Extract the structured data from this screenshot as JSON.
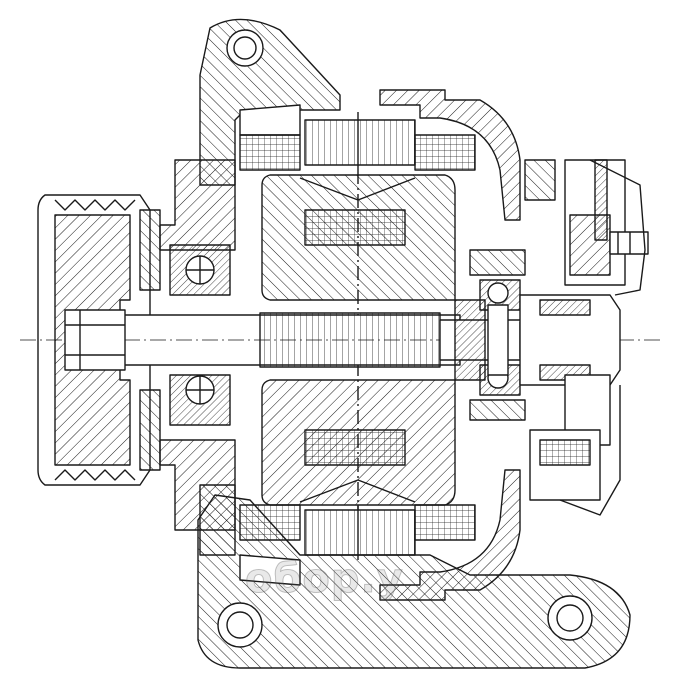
{
  "drawing": {
    "line_color": "#1a1a1a",
    "background": "#ffffff",
    "parts": [
      "pulley",
      "drive-shaft",
      "shaft-nut",
      "front-ball-bearing",
      "rear-ball-bearing",
      "front-housing",
      "rear-housing",
      "mounting-bracket",
      "stator-core",
      "stator-winding",
      "rotor-claw-pole",
      "rotor-field-coil",
      "slip-rings",
      "brush-holder",
      "voltage-regulator",
      "rectifier-bridge",
      "b-plus-terminal",
      "rear-cover"
    ]
  },
  "watermark": {
    "text": "обор.у"
  }
}
